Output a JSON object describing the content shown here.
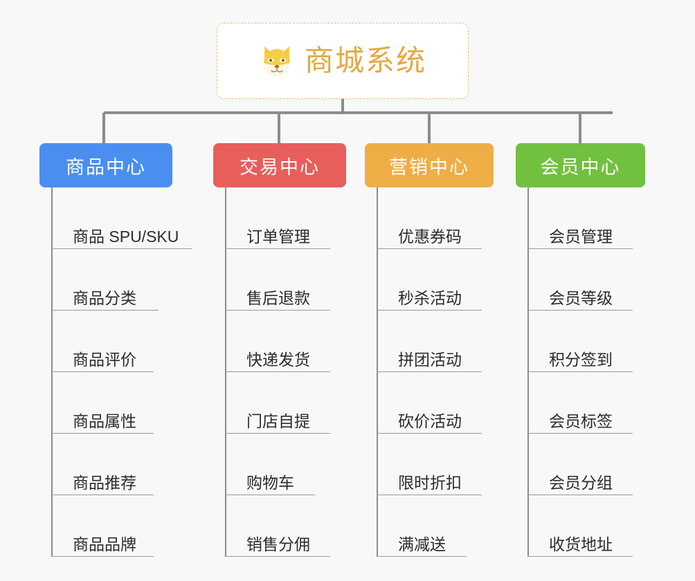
{
  "root": {
    "title": "商城系统",
    "icon": "shiba-dog-face-emoji",
    "border_color": "#f0c375",
    "text_color": "#e3a943"
  },
  "palette": {
    "background": "#f8f8f8",
    "connector": "#8c8c8c",
    "leaf_line": "#9a9a9a",
    "leaf_text": "#2c2c2c"
  },
  "columns": [
    {
      "title": "商品中心",
      "color": "#4a8ff0",
      "items": [
        "商品 SPU/SKU",
        "商品分类",
        "商品评价",
        "商品属性",
        "商品推荐",
        "商品品牌"
      ]
    },
    {
      "title": "交易中心",
      "color": "#e85e5b",
      "items": [
        "订单管理",
        "售后退款",
        "快递发货",
        "门店自提",
        "购物车",
        "销售分佣"
      ]
    },
    {
      "title": "营销中心",
      "color": "#eeae45",
      "items": [
        "优惠券码",
        "秒杀活动",
        "拼团活动",
        "砍价活动",
        "限时折扣",
        "满减送"
      ]
    },
    {
      "title": "会员中心",
      "color": "#72c03f",
      "items": [
        "会员管理",
        "会员等级",
        "积分签到",
        "会员标签",
        "会员分组",
        "收货地址"
      ]
    }
  ]
}
